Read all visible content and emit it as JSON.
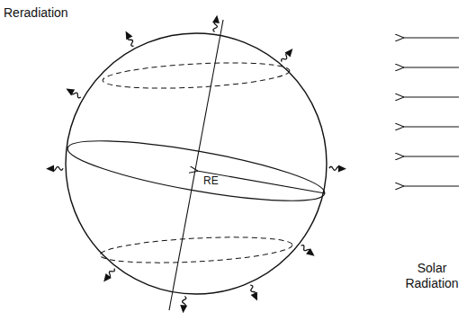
{
  "diagram": {
    "labels": [
      "Reradiation",
      "RE",
      "Solar Radiation"
    ]
  }
}
